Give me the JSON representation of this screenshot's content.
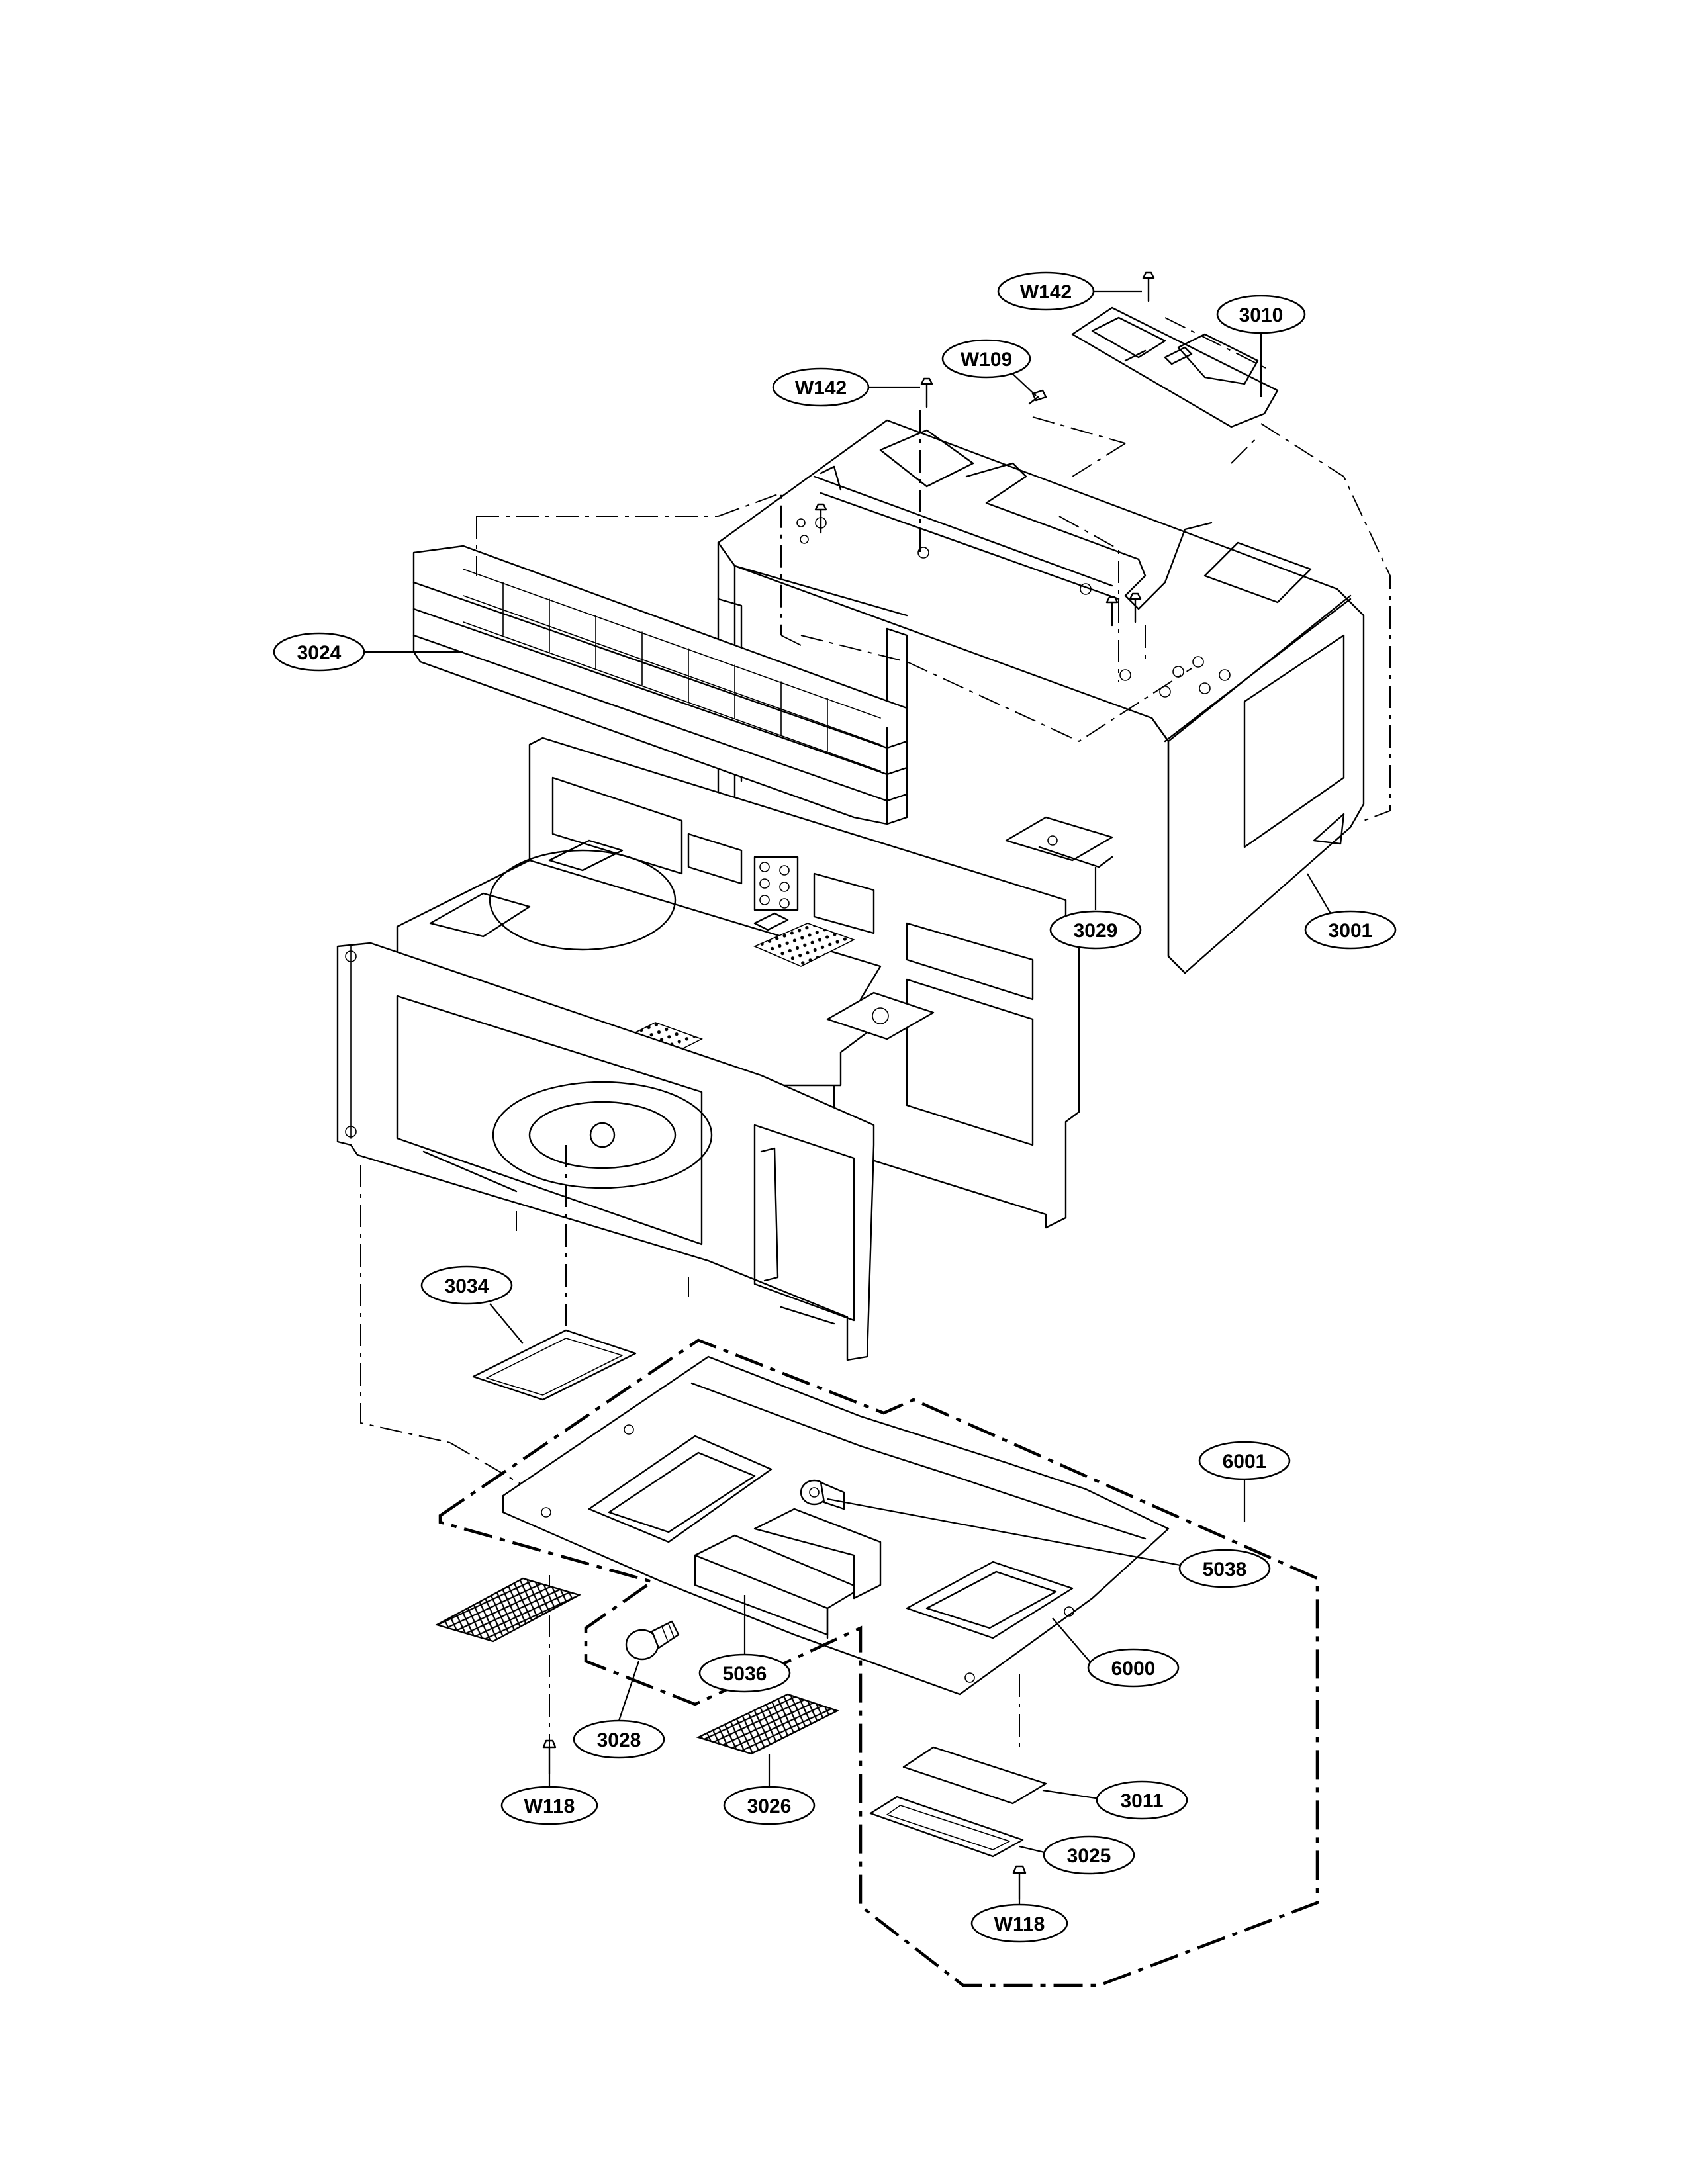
{
  "callouts": [
    "W142",
    "3010",
    "W109",
    "W142",
    "3024",
    "3029",
    "3001",
    "3034",
    "6001",
    "5038",
    "6000",
    "5036",
    "3028",
    "W118",
    "3026",
    "3011",
    "3025",
    "W118"
  ]
}
